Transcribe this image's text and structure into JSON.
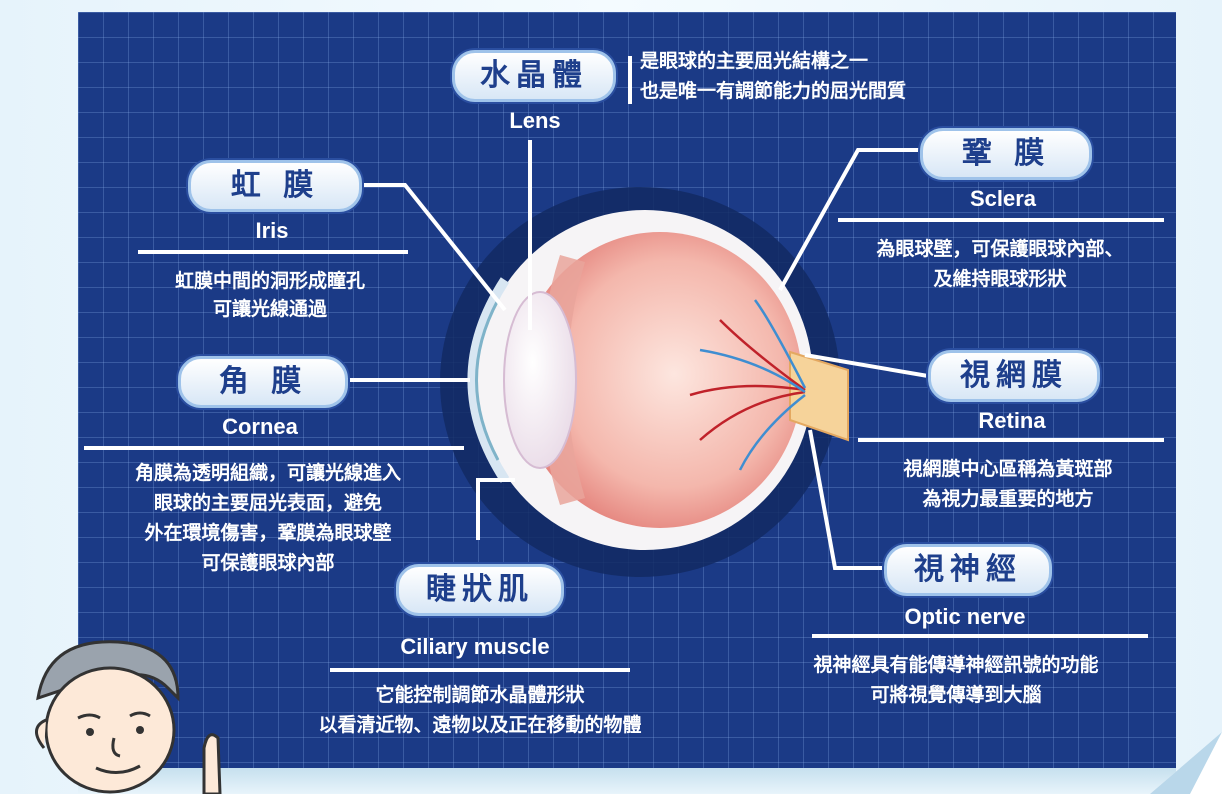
{
  "lens": {
    "zh": "水晶體",
    "en": "Lens",
    "desc": [
      "是眼球的主要屈光結構之一",
      "也是唯一有調節能力的屈光間質"
    ]
  },
  "iris": {
    "zh": "虹 膜",
    "en": "Iris",
    "desc": [
      "虹膜中間的洞形成瞳孔",
      "可讓光線通過"
    ]
  },
  "cornea": {
    "zh": "角 膜",
    "en": "Cornea",
    "desc": [
      "角膜為透明組織，可讓光線進入",
      "眼球的主要屈光表面，避免",
      "外在環境傷害，鞏膜為眼球壁",
      "可保護眼球內部"
    ]
  },
  "ciliary": {
    "zh": "睫狀肌",
    "en": "Ciliary muscle",
    "desc": [
      "它能控制調節水晶體形狀",
      "以看清近物、遠物以及正在移動的物體"
    ]
  },
  "sclera": {
    "zh": "鞏 膜",
    "en": "Sclera",
    "desc": [
      "為眼球壁，可保護眼球內部、",
      "及維持眼球形狀"
    ]
  },
  "retina": {
    "zh": "視網膜",
    "en": "Retina",
    "desc": [
      "視網膜中心區稱為黃斑部",
      "為視力最重要的地方"
    ]
  },
  "optic": {
    "zh": "視神經",
    "en": "Optic nerve",
    "desc": [
      "視神經具有能傳導神經訊號的功能",
      "可將視覺傳導到大腦"
    ]
  }
}
